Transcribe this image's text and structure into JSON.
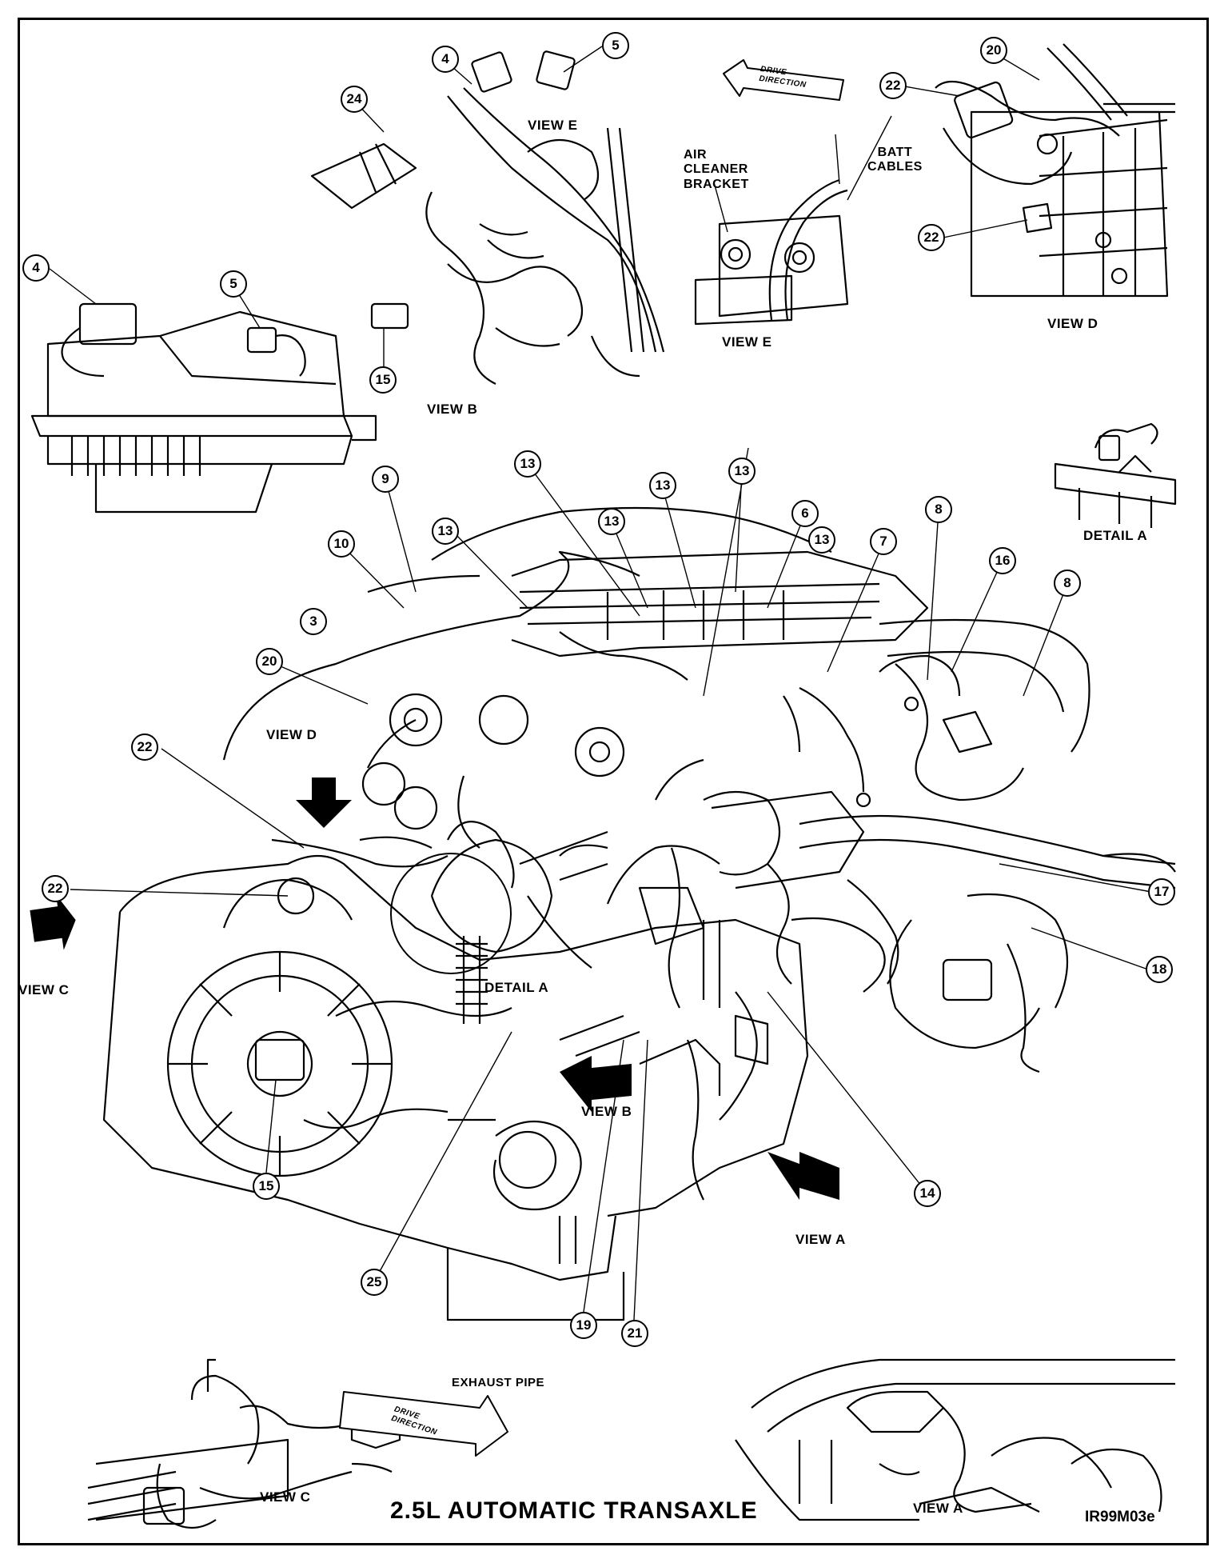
{
  "figure": {
    "title": "2.5L AUTOMATIC TRANSAXLE",
    "code": "IR99M03e"
  },
  "labels": {
    "view_e_top": "VIEW E",
    "air_cleaner_bracket": "AIR\nCLEANER\nBRACKET",
    "batt_cables": "BATT\nCABLES",
    "view_e_right": "VIEW E",
    "view_d_top": "VIEW D",
    "view_b_top": "VIEW B",
    "detail_a_right": "DETAIL A",
    "view_d_arrow": "VIEW D",
    "detail_a_center": "DETAIL A",
    "view_b_arrow": "VIEW B",
    "view_c_arrow": "VIEW C",
    "view_a_arrow": "VIEW A",
    "exhaust_pipe": "EXHAUST PIPE",
    "view_c_bottom": "VIEW C",
    "view_a_bottom": "VIEW A",
    "drive_direction_top": "DRIVE\nDIRECTION",
    "drive_direction_bottom": "DRIVE\nDIRECTION"
  },
  "callouts": {
    "c4_top": "4",
    "c5_top": "5",
    "c24": "24",
    "c4_left": "4",
    "c5_left": "5",
    "c15_top": "15",
    "c20_top": "20",
    "c22_top": "22",
    "c22_mid": "22",
    "c13_a": "13",
    "c13_b": "13",
    "c13_c": "13",
    "c13_d": "13",
    "c13_e": "13",
    "c13_f": "13",
    "c6": "6",
    "c9": "9",
    "c10": "10",
    "c3": "3",
    "c7": "7",
    "c8_a": "8",
    "c16": "16",
    "c8_b": "8",
    "c20_left": "20",
    "c22_left": "22",
    "c22_left2": "22",
    "c17": "17",
    "c18": "18",
    "c14": "14",
    "c15_bottom": "15",
    "c25": "25",
    "c19": "19",
    "c21": "21"
  }
}
